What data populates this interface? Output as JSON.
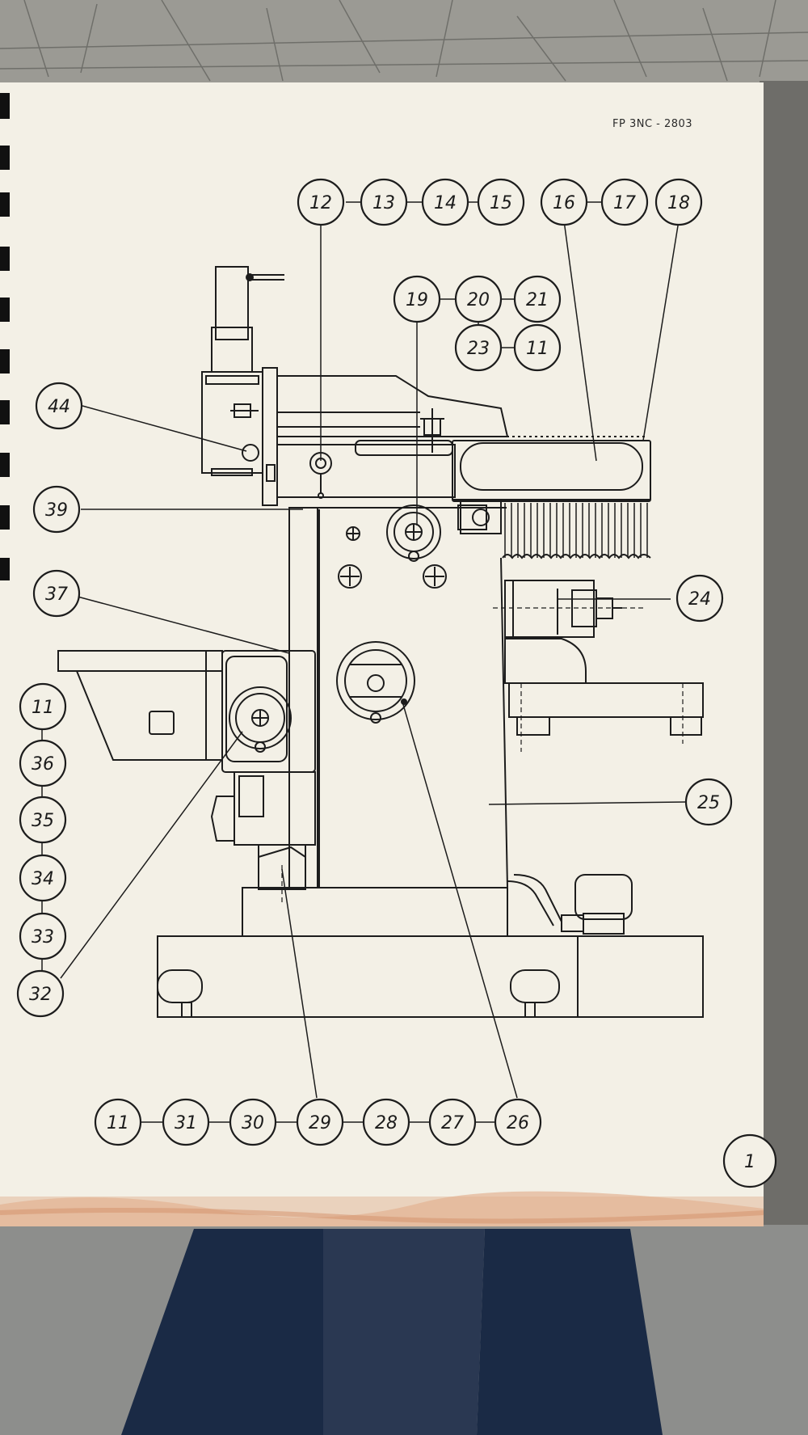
{
  "document": {
    "code": "FP 3NC - 2803",
    "page_number": "1"
  },
  "colors": {
    "paper": "#f3f0e6",
    "ink": "#1c1c1c",
    "table_background": "#8c8c88",
    "jeans": "#1a2a45",
    "rust_stain": "#d9a27e"
  },
  "callouts": {
    "c12": "12",
    "c13": "13",
    "c14": "14",
    "c15": "15",
    "c16": "16",
    "c17": "17",
    "c18": "18",
    "c19": "19",
    "c20": "20",
    "c21": "21",
    "c23": "23",
    "c11a": "11",
    "c44": "44",
    "c39": "39",
    "c37": "37",
    "c11b": "11",
    "c36": "36",
    "c35": "35",
    "c34": "34",
    "c33": "33",
    "c32": "32",
    "c24": "24",
    "c25": "25",
    "c11c": "11",
    "c31": "31",
    "c30": "30",
    "c29": "29",
    "c28": "28",
    "c27": "27",
    "c26": "26"
  }
}
